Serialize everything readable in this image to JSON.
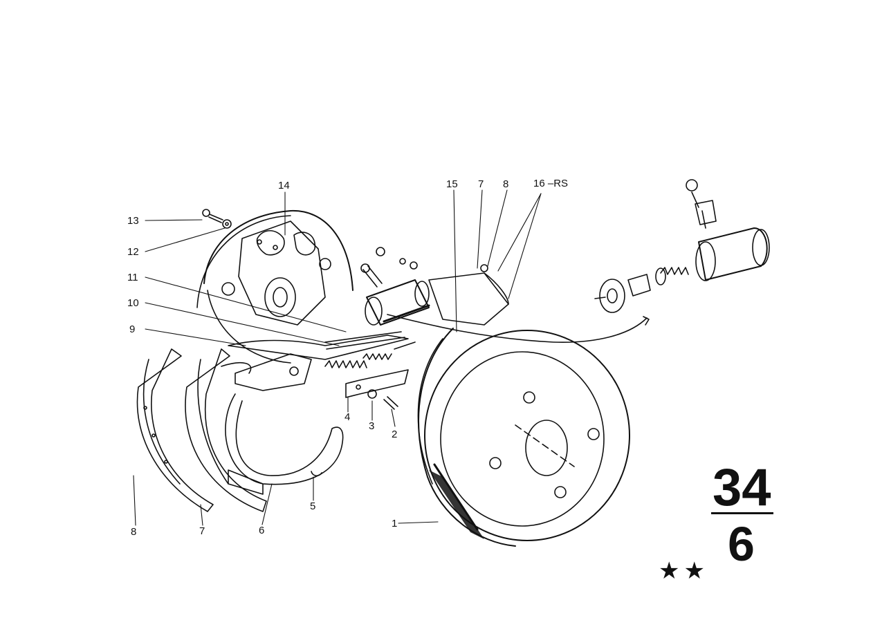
{
  "callouts": {
    "c1": "1",
    "c2": "2",
    "c3": "3",
    "c4": "4",
    "c5": "5",
    "c6": "6",
    "c7a": "7",
    "c7b": "7",
    "c8a": "8",
    "c8b": "8",
    "c9": "9",
    "c10": "10",
    "c11": "11",
    "c12": "12",
    "c13": "13",
    "c14": "14",
    "c15": "15",
    "c16": "16 –RS"
  },
  "group": {
    "main": "34",
    "sub": "6",
    "stars": "★★"
  },
  "line_color": "#111111"
}
